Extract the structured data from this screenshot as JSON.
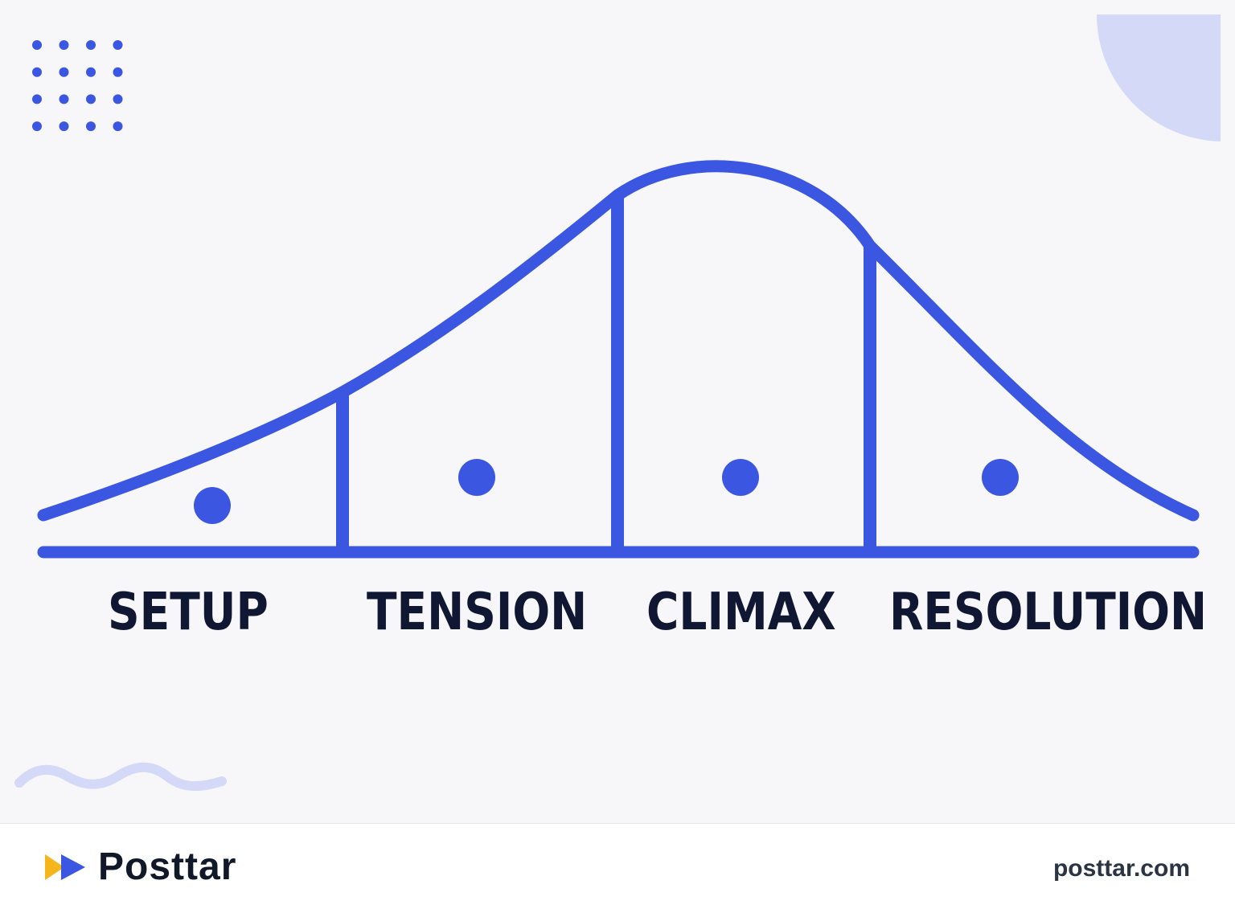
{
  "stages": [
    {
      "label": "SETUP"
    },
    {
      "label": "TENSION"
    },
    {
      "label": "CLIMAX"
    },
    {
      "label": "RESOLUTION"
    }
  ],
  "footer": {
    "brand_name": "Posttar",
    "site_url": "posttar.com"
  },
  "colors": {
    "accent": "#3b57e2",
    "accent_light": "#d3d9f7",
    "text_dark": "#0f1733",
    "background": "#f7f7f9",
    "brand_yellow": "#f5b51c"
  },
  "icons": {
    "logo": "play-forward-icon",
    "decor_dots": "dot-grid",
    "decor_wave": "wave-squiggle"
  }
}
